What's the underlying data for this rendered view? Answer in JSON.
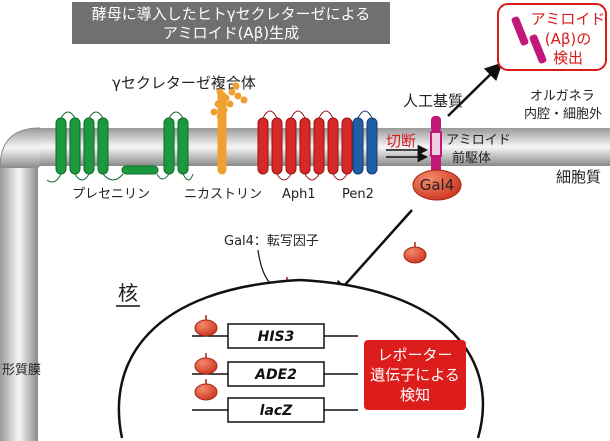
{
  "title": {
    "line1": "酵母に導入したヒトγセクレターゼによる",
    "line2": "アミロイド(Aβ)生成"
  },
  "complex_label": "γセクレターゼ複合体",
  "proteins": {
    "presenilin": "プレセニリン",
    "nicastrin": "ニカストリン",
    "aph1": "Aph1",
    "pen2": "Pen2"
  },
  "artificial_substrate": "人工基質",
  "cleavage": "切断",
  "precursor": {
    "line1": "アミロイド",
    "line2": "前駆体"
  },
  "gal4_label": "Gal4",
  "gal4_tf_label": "Gal4：転写因子",
  "organelle": {
    "line1": "オルガネラ",
    "line2": "内腔・細胞外"
  },
  "cytoplasm": "細胞質",
  "plasma_membrane": "形質膜",
  "nucleus": "核",
  "detection": {
    "line1": "アミロイド",
    "line2": "(Aβ)の",
    "line3": "検出"
  },
  "genes": [
    "HIS3",
    "ADE2",
    "lacZ"
  ],
  "reporter": {
    "line1": "レポーター",
    "line2": "遺伝子による",
    "line3": "検知"
  },
  "colors": {
    "presenilin": "#1a9a3c",
    "nicastrin": "#f0a030",
    "aph1": "#d62828",
    "pen2": "#1f5fa8",
    "substrate": "#c2187a",
    "gal4": "#d8361f",
    "title_box": "#707070",
    "reporter_box": "#dd1c1c"
  }
}
